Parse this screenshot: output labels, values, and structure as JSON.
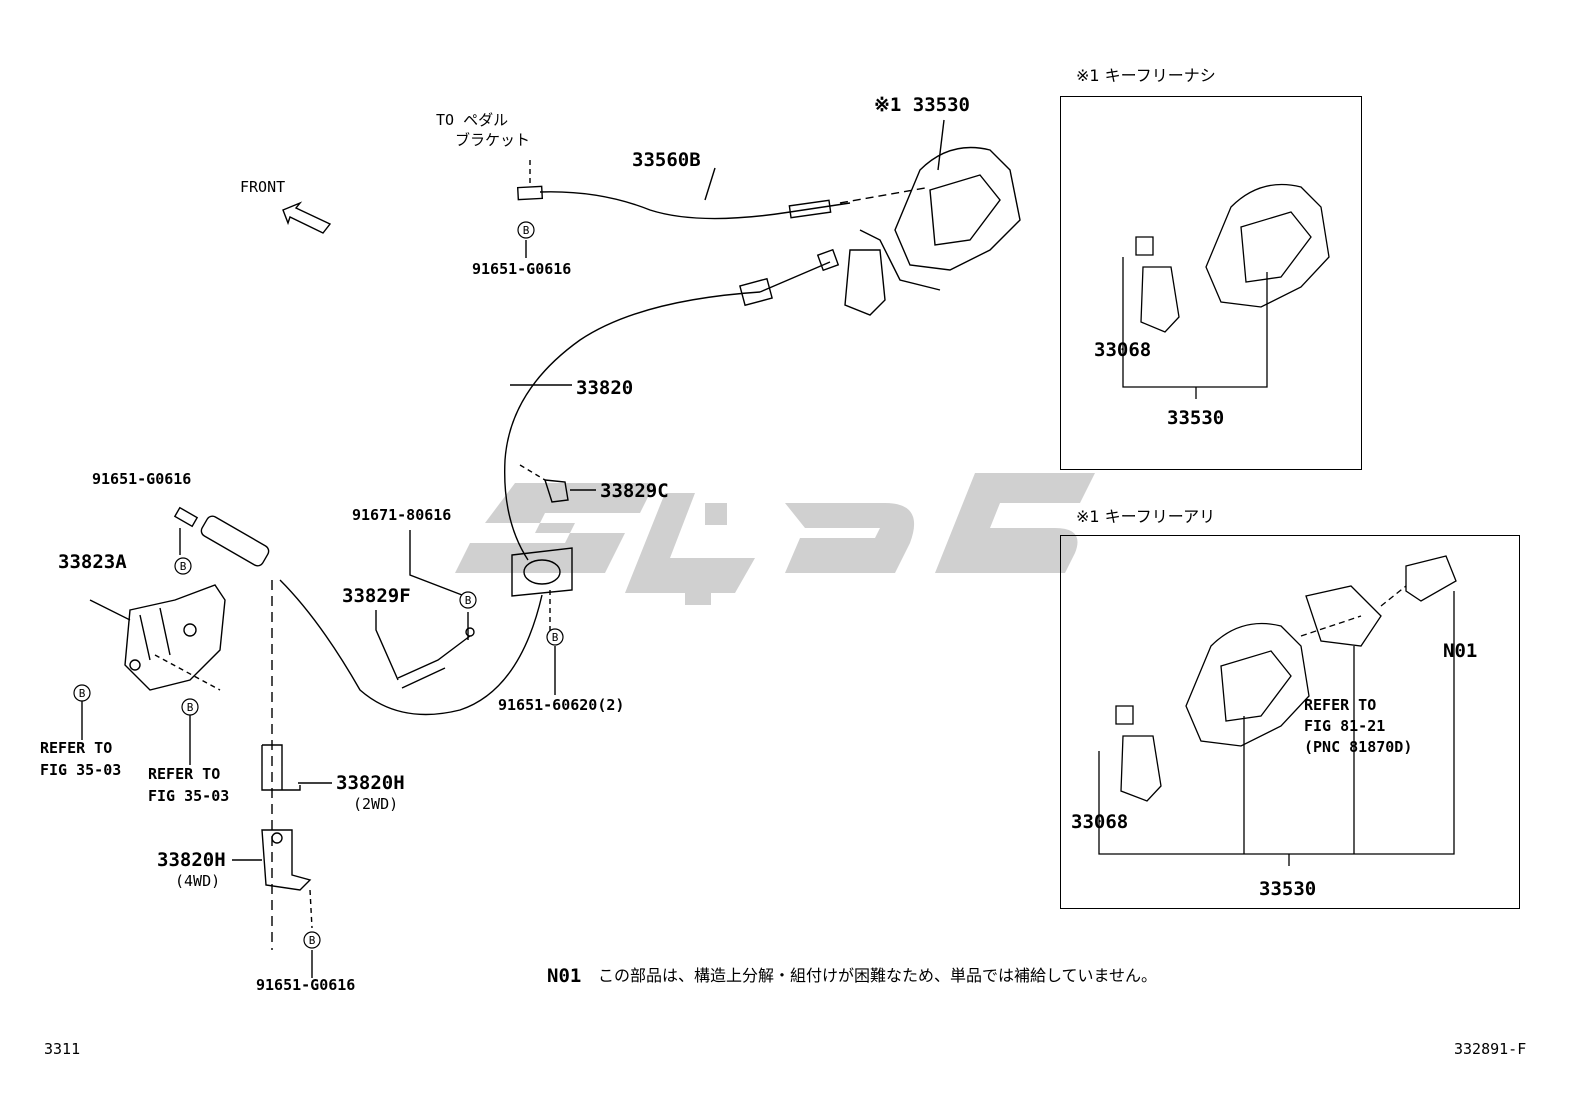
{
  "labels": {
    "front": "FRONT",
    "to_pedal_1": "TO ペダル",
    "to_pedal_2": "ブラケット",
    "p33560b": "33560B",
    "p33530_top": "※1 33530",
    "bolt_top": "91651-G0616",
    "p33820": "33820",
    "p33829c": "33829C",
    "bolt_left_top": "91651-G0616",
    "p33823a": "33823A",
    "p91671": "91671-80616",
    "p33829f": "33829F",
    "bolt_mid": "91651-60620(2)",
    "refer_left_1": "REFER TO",
    "refer_left_2": "FIG 35-03",
    "refer_mid_1": "REFER TO",
    "refer_mid_2": "FIG 35-03",
    "p33820h_2wd": "33820H",
    "note_2wd": "(2WD)",
    "p33820h_4wd": "33820H",
    "note_4wd": "(4WD)",
    "bolt_bottom": "91651-G0616",
    "note_code": "N01",
    "note_text": "この部品は、構造上分解・組付けが困難なため、単品では補給していません。",
    "page_left": "3311",
    "page_right": "332891-F",
    "bolt_marker": "B"
  },
  "box1": {
    "title": "※1 キーフリーナシ",
    "part_a": "33068",
    "part_b": "33530"
  },
  "box2": {
    "title": "※1 キーフリーアリ",
    "part_n01": "N01",
    "refer_1": "REFER TO",
    "refer_2": "FIG 81-21",
    "refer_3": "(PNC 81870D)",
    "part_a": "33068",
    "part_b": "33530"
  }
}
